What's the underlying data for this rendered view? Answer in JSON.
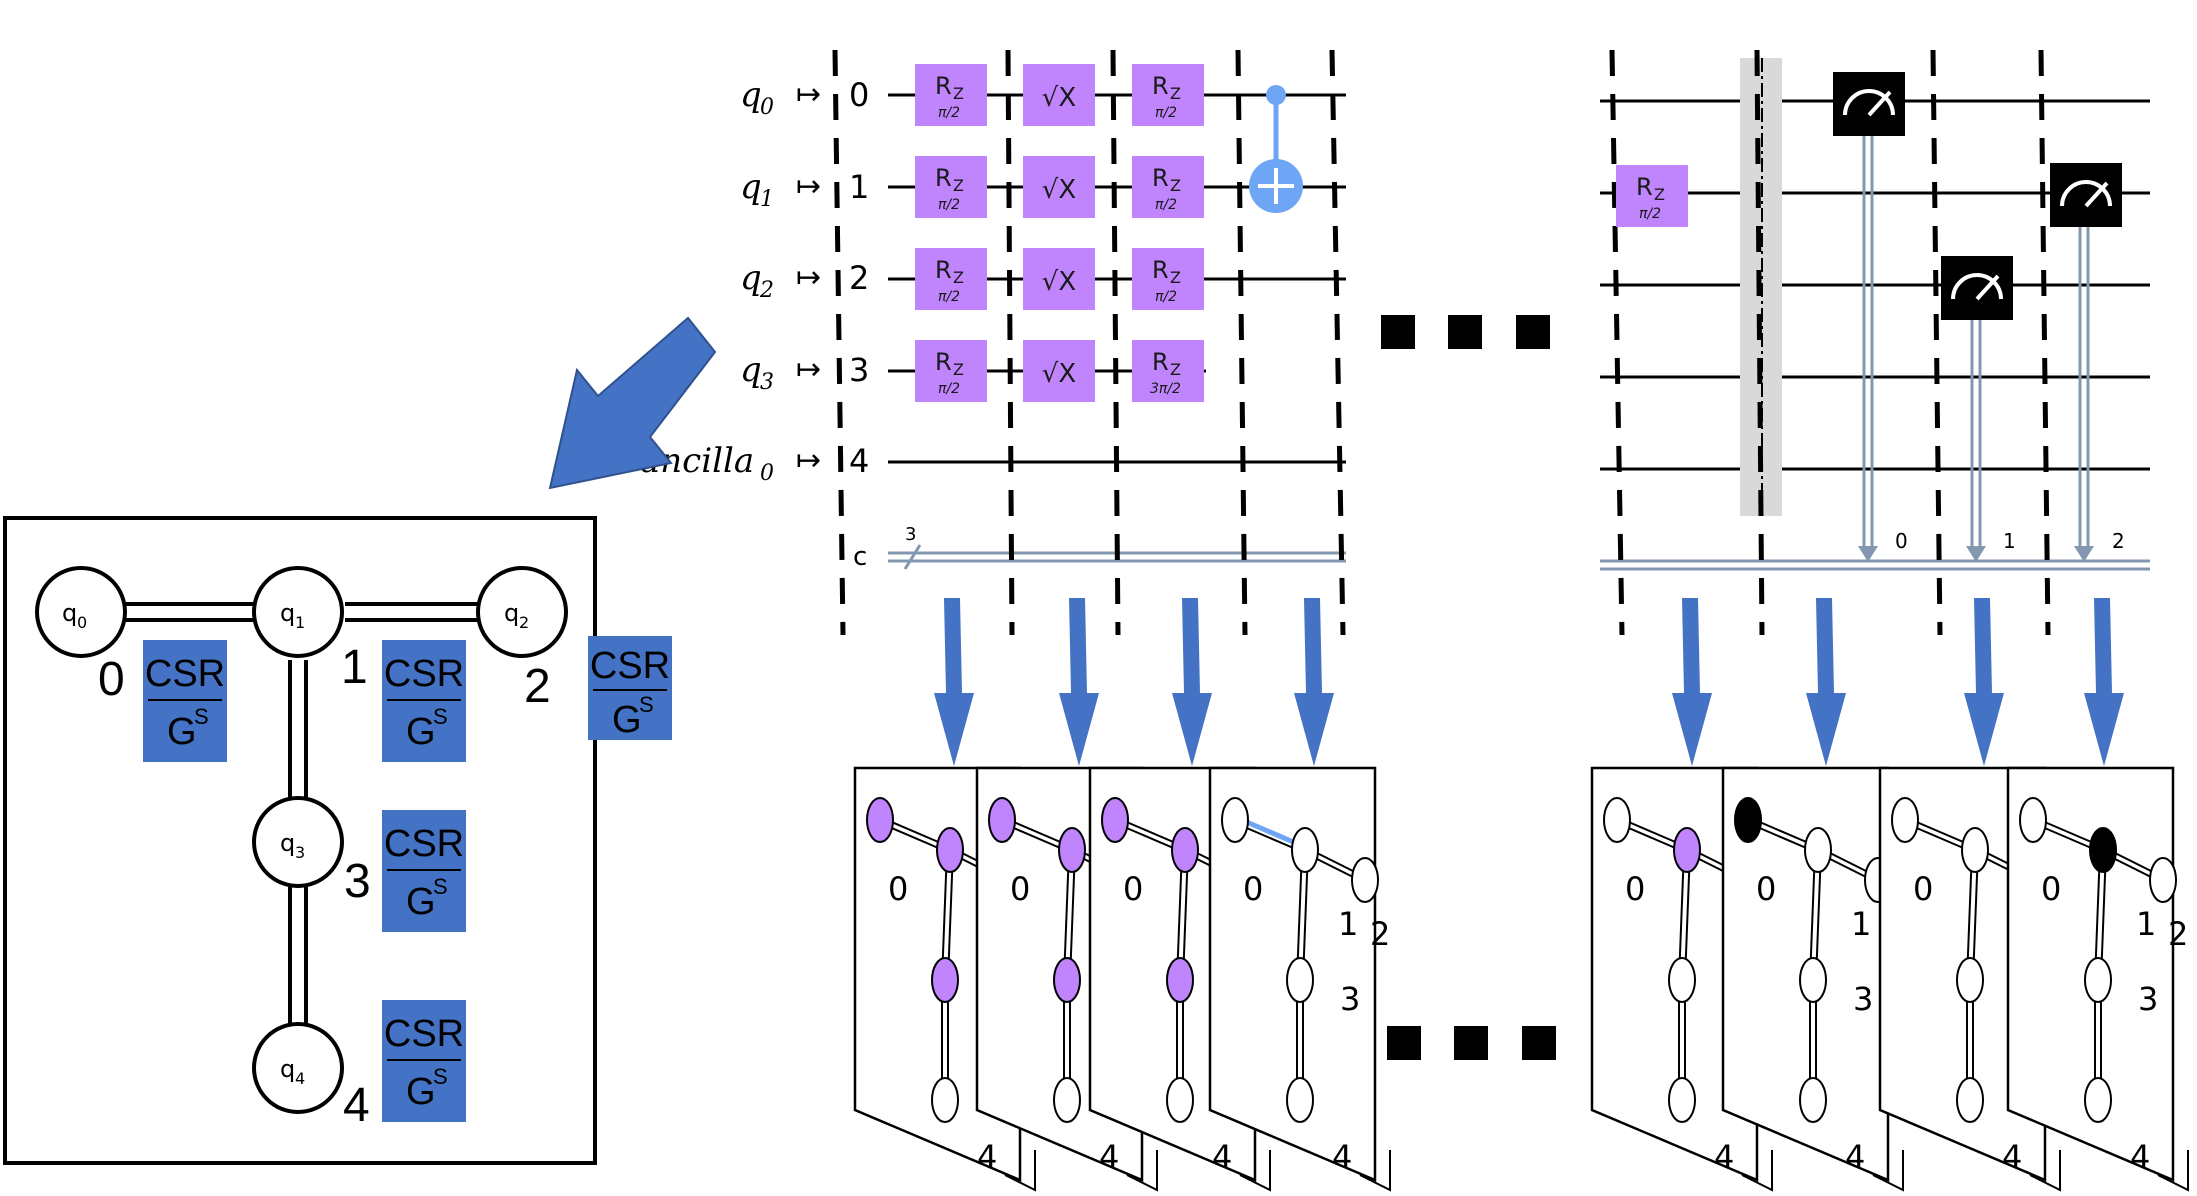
{
  "colors": {
    "gate_purple": "#c084fc",
    "csr_blue": "#4472c4",
    "arrow_blue": "#4472c4",
    "cx_blue": "#6ea6f5",
    "classical": "#8497b0",
    "barrier_gray": "#d9d9d9",
    "measure_black": "#000000"
  },
  "circuit_left": {
    "wires": [
      {
        "label": "q",
        "sub": "0",
        "index": "0"
      },
      {
        "label": "q",
        "sub": "1",
        "index": "1"
      },
      {
        "label": "q",
        "sub": "2",
        "index": "2"
      },
      {
        "label": "q",
        "sub": "3",
        "index": "3"
      },
      {
        "label": "ancilla",
        "sub": "0",
        "index": "4"
      }
    ],
    "map_arrow": "↦",
    "classical_label": "c",
    "classical_width": "3",
    "rz_gate_label": "R",
    "rz_gate_sub": "Z",
    "sx_gate_label": "√X",
    "angles": {
      "col1": [
        "π/2",
        "π/2",
        "π/2",
        "π/2"
      ],
      "col3": [
        "π/2",
        "π/2",
        "π/2",
        "3π/2"
      ]
    }
  },
  "circuit_right": {
    "rz_angle": "π/2",
    "measure_bits": [
      "0",
      "1",
      "2"
    ]
  },
  "coupling_map": {
    "nodes": [
      "q0",
      "q1",
      "q2",
      "q3",
      "q4"
    ],
    "node_labels": [
      {
        "main": "q",
        "sub": "0"
      },
      {
        "main": "q",
        "sub": "1"
      },
      {
        "main": "q",
        "sub": "2"
      },
      {
        "main": "q",
        "sub": "3"
      },
      {
        "main": "q",
        "sub": "4"
      }
    ],
    "indices": [
      "0",
      "1",
      "2",
      "3",
      "4"
    ],
    "block_top": "CSR",
    "block_bottom_main": "G",
    "block_bottom_sup": "S"
  },
  "snapshot_indices": [
    "0",
    "1",
    "2",
    "3",
    "4"
  ],
  "ellipsis": "■ ■ ■"
}
